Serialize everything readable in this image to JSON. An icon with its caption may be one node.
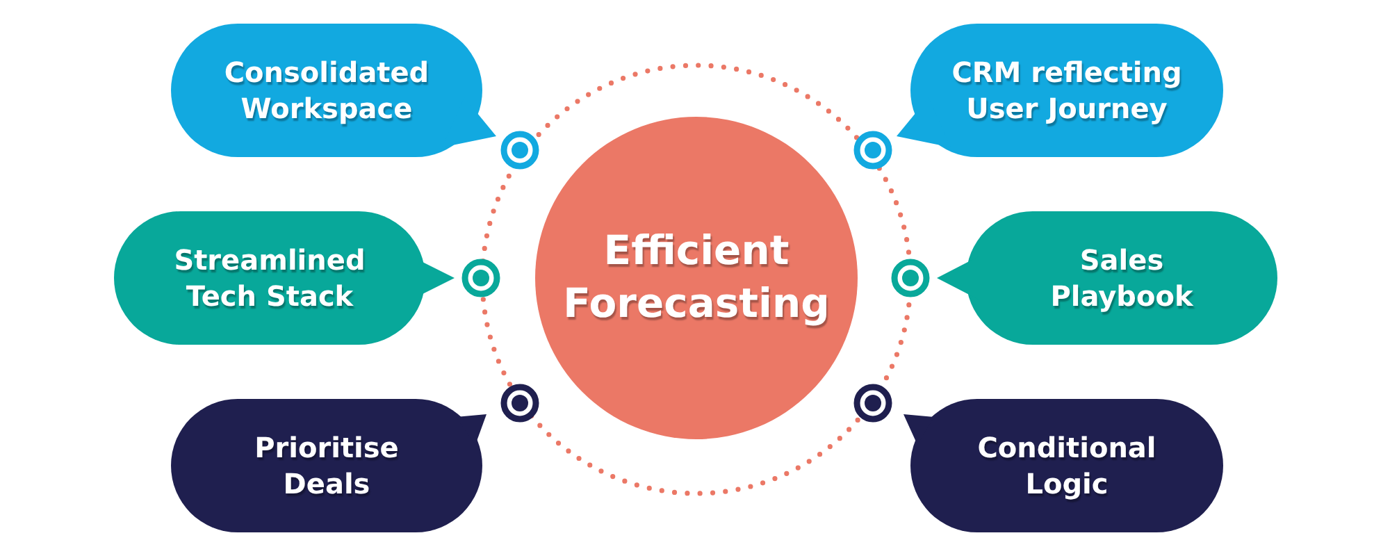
{
  "diagram": {
    "nodes": [
      {
        "text": [
          "Consolidated Workspace"
        ]
      },
      {
        "text": [
          "CRM reflecting User Journey"
        ]
      },
      {
        "text": [
          "Streamlined Tech Stack"
        ]
      },
      {
        "text": [
          "Efficient Forecasting"
        ]
      },
      {
        "text": [
          "Sales Playbook"
        ]
      },
      {
        "text": [
          "Prioritise Deals"
        ]
      },
      {
        "text": [
          "Conditional Logic"
        ]
      }
    ]
  }
}
